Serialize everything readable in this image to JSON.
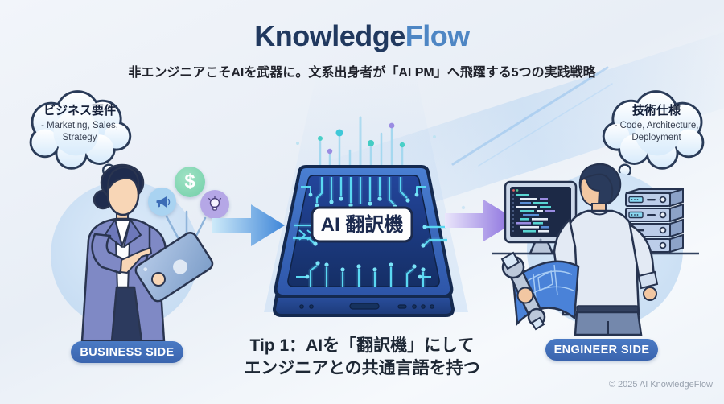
{
  "header": {
    "title_primary": "Knowledge",
    "title_accent": "Flow",
    "subtitle": "非エンジニアこそAIを武器に。文系出身者が「AI PM」へ飛躍する5つの実践戦略"
  },
  "bubbles": {
    "business": {
      "title": "ビジネス要件",
      "line1": "- Marketing, Sales,",
      "line2": "Strategy"
    },
    "engineer": {
      "title": "技術仕様",
      "line1": "- Code, Architecture,",
      "line2": "Deployment"
    }
  },
  "device": {
    "label": "AI 翻訳機"
  },
  "floating_icons": [
    {
      "name": "megaphone-icon"
    },
    {
      "name": "dollar-icon",
      "glyph": "$"
    },
    {
      "name": "lightbulb-icon"
    }
  ],
  "badges": {
    "business": "BUSINESS SIDE",
    "engineer": "ENGINEER SIDE"
  },
  "tip": {
    "line1": "Tip 1：AIを「翻訳機」にして",
    "line2": "エンジニアとの共通言語を持つ"
  },
  "footer": {
    "copyright": "© 2025 AI KnowledgeFlow"
  },
  "colors": {
    "title_primary": "#21395f",
    "title_accent": "#4e86c4",
    "badge_bg": "#3e6cb5",
    "device_body": "#2d52a8",
    "circuit_glow": "#58d8f5",
    "arrow_left": "#3f86d8",
    "arrow_right": "#8468dc"
  }
}
